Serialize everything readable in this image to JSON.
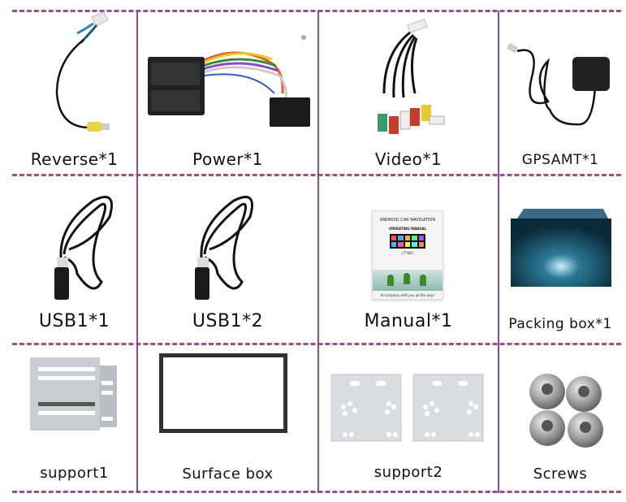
{
  "items": [
    {
      "label": "Reverse*1",
      "icon": "reverse-camera-cable-icon"
    },
    {
      "label": "Power*1",
      "icon": "power-harness-icon"
    },
    {
      "label": "Video*1",
      "icon": "rca-video-cable-icon"
    },
    {
      "label": "GPSAMT*1",
      "icon": "gps-antenna-icon"
    },
    {
      "label": "USB1*1",
      "icon": "usb-cable-icon"
    },
    {
      "label": "USB1*2",
      "icon": "usb-cable-icon"
    },
    {
      "label": "Manual*1",
      "icon": "manual-booklet-icon"
    },
    {
      "label": "Packing box*1",
      "icon": "packing-box-icon"
    },
    {
      "label": "support1",
      "icon": "support-bracket-icon"
    },
    {
      "label": "Surface box",
      "icon": "surface-frame-icon"
    },
    {
      "label": "support2",
      "icon": "mounting-plates-icon"
    },
    {
      "label": "Screws",
      "icon": "screws-icon"
    }
  ],
  "manual": {
    "title": "ANDROID CAR NAVIGATION",
    "subtitle": "OPERATING MANUAL",
    "model": "(7\"HD)",
    "tagline": "Accompany with you all the way!"
  },
  "colors": {
    "grid_left": "#9a4f86",
    "grid_right": "#7b3fa3",
    "vline": "#8a4aa0"
  }
}
